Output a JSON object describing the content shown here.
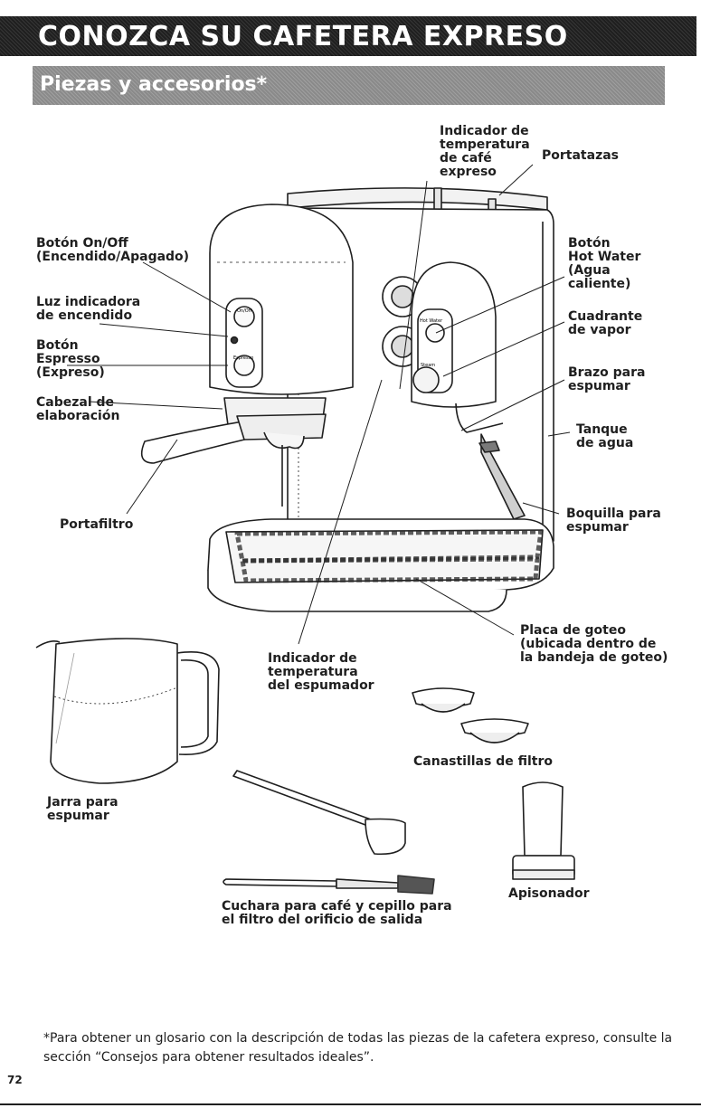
{
  "header": {
    "title": "CONOZCA SU CAFETERA EXPRESO",
    "subtitle": "Piezas y accesorios*"
  },
  "labels": {
    "indicador_cafe": "Indicador de\ntemperatura\nde café\nexpreso",
    "portatazas": "Portatazas",
    "boton_onoff": "Botón On/Off\n(Encendido/Apagado)",
    "luz_indicadora": "Luz indicadora\nde encendido",
    "boton_espresso": "Botón\nEspresso\n(Expreso)",
    "cabezal": "Cabezal de\nelaboración",
    "portafiltro": "Portafiltro",
    "boton_hotwater": "Botón\nHot Water\n(Agua\ncaliente)",
    "cuadrante": "Cuadrante\nde vapor",
    "brazo": "Brazo para\nespumar",
    "tanque": "Tanque\nde agua",
    "boquilla": "Boquilla para\nespumar",
    "placa": "Placa de goteo\n(ubicada dentro de\nla bandeja de goteo)",
    "indicador_espumador": "Indicador de\ntemperatura\ndel espumador",
    "jarra": "Jarra para\nespumar",
    "canastillas": "Canastillas de filtro",
    "cuchara": "Cuchara para café y cepillo para\nel filtro del orificio de salida",
    "apisonador": "Apisonador"
  },
  "panel_text": {
    "on_off": "On/Off",
    "espresso": "Espresso",
    "hot_water": "Hot Water",
    "steam": "Steam"
  },
  "footnote": "*Para obtener un glosario con la descripción de todas las piezas de la cafetera expreso, consulte la sección “Consejos para obtener resultados ideales”.",
  "page_number": "72"
}
